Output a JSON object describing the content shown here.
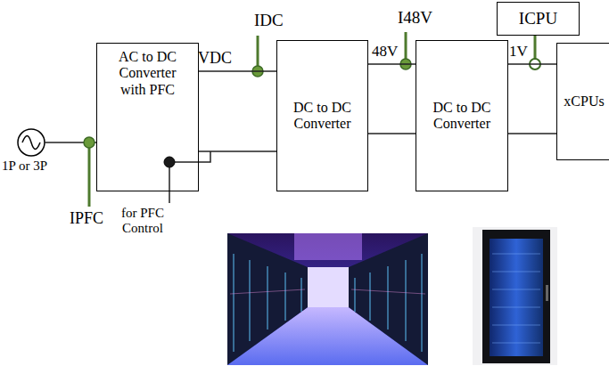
{
  "diagram": {
    "nodes": [
      {
        "text": [
          "AC to DC Converter with PFC"
        ]
      },
      {
        "text": [
          "DC to DC Converter"
        ]
      },
      {
        "text": [
          "DC to DC Converter"
        ]
      },
      {
        "text": [
          "xCPUs"
        ]
      },
      {
        "text": [
          "ICPU"
        ]
      }
    ],
    "edges": [
      {
        "from": 0,
        "to": 1,
        "arrow": "none"
      },
      {
        "from": 0,
        "to": 1,
        "arrow": "none"
      },
      {
        "from": 1,
        "to": 2,
        "arrow": "none"
      },
      {
        "from": 1,
        "to": 2,
        "arrow": "none"
      },
      {
        "from": 2,
        "to": 3,
        "arrow": "none"
      },
      {
        "from": 2,
        "to": 3,
        "arrow": "none"
      }
    ],
    "labels": [
      "1P or 3P",
      "VDC",
      "IDC",
      "48V",
      "I48V",
      "1V",
      "IPFC",
      "for PFC Control"
    ]
  }
}
